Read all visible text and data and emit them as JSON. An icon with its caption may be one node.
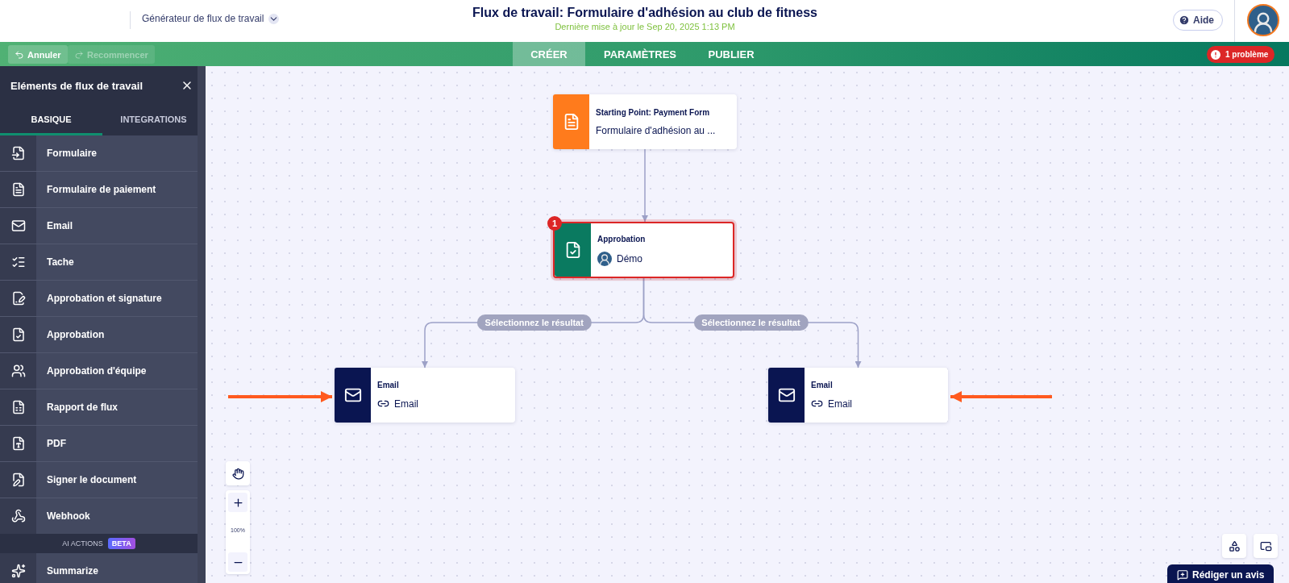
{
  "diagram": {
    "title": "Flux de travail: Formulaire d'adhésion au club de fitness",
    "nodes": [
      {
        "text": [
          "Starting Point: Payment Form",
          "Formulaire d'adhésion au ..."
        ]
      },
      {
        "text": [
          "Approbation",
          "Démo"
        ]
      },
      {
        "text": [
          "Email",
          "Email"
        ]
      },
      {
        "text": [
          "Email",
          "Email"
        ]
      }
    ],
    "edges": [
      {
        "from": 0,
        "to": 1,
        "arrow": "to"
      },
      {
        "from": 1,
        "to": 2,
        "arrow": "to",
        "label": "Sélectionnez le résultat"
      },
      {
        "from": 1,
        "to": 3,
        "arrow": "to",
        "label": "Sélectionnez le résultat"
      },
      {
        "from": null,
        "to": 2,
        "arrow": "to",
        "style": "thick",
        "color": "#ff5a1f"
      },
      {
        "from": null,
        "to": 3,
        "arrow": "to",
        "style": "thick",
        "color": "#ff5a1f"
      }
    ],
    "labels": [
      "Générateur de flux de travail",
      "Dernière mise à jour le Sep 20, 2025 1:13 PM",
      "Aide",
      "Annuler",
      "Recommencer",
      "CRÉER",
      "PARAMÈTRES",
      "PUBLIER",
      "1 problème",
      "Eléments de flux de travail",
      "BASIQUE",
      "INTEGRATIONS",
      "Formulaire",
      "Formulaire de paiement",
      "Email",
      "Tache",
      "Approbation et signature",
      "Approbation",
      "Approbation d'équipe",
      "Rapport de flux",
      "PDF",
      "Signer le document",
      "Webhook",
      "AI ACTIONS",
      "BETA",
      "Summarize",
      "1",
      "100%",
      "Rédiger un avis"
    ]
  }
}
